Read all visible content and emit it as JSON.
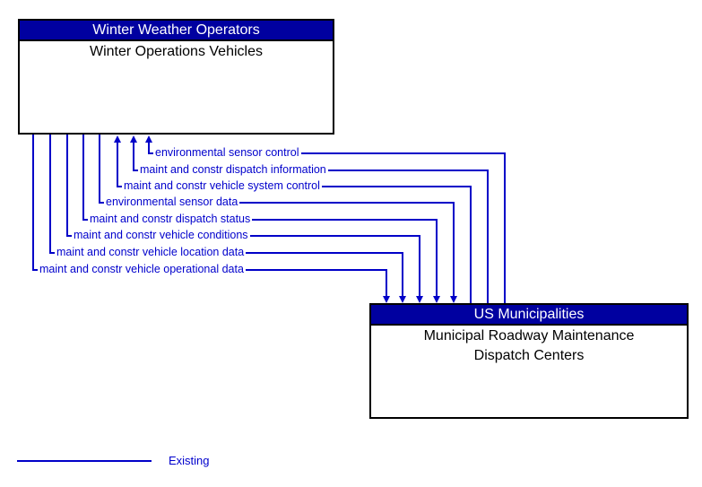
{
  "diagram": {
    "type": "interconnect-diagram",
    "colors": {
      "box_header_bg": "#0000a0",
      "box_header_text": "#ffffff",
      "box_border": "#000000",
      "flow_line": "#0000c8",
      "flow_label_text": "#0000cc"
    },
    "boxes": {
      "source": {
        "header": "Winter Weather Operators",
        "title": "Winter Operations Vehicles"
      },
      "destination": {
        "header": "US Municipalities",
        "title": "Municipal Roadway Maintenance Dispatch Centers"
      }
    },
    "flows": [
      {
        "label": "environmental sensor control",
        "arrow_into": "Winter Operations Vehicles"
      },
      {
        "label": "maint and constr dispatch information",
        "arrow_into": "Winter Operations Vehicles"
      },
      {
        "label": "maint and constr vehicle system control",
        "arrow_into": "Winter Operations Vehicles"
      },
      {
        "label": "environmental sensor data",
        "arrow_into": "Municipal Roadway Maintenance Dispatch Centers"
      },
      {
        "label": "maint and constr dispatch status",
        "arrow_into": "Municipal Roadway Maintenance Dispatch Centers"
      },
      {
        "label": "maint and constr vehicle conditions",
        "arrow_into": "Municipal Roadway Maintenance Dispatch Centers"
      },
      {
        "label": "maint and constr vehicle location data",
        "arrow_into": "Municipal Roadway Maintenance Dispatch Centers"
      },
      {
        "label": "maint and constr vehicle operational data",
        "arrow_into": "Municipal Roadway Maintenance Dispatch Centers"
      }
    ],
    "legend": {
      "items": [
        {
          "label": "Existing",
          "line_color": "#0000c8"
        }
      ]
    }
  }
}
